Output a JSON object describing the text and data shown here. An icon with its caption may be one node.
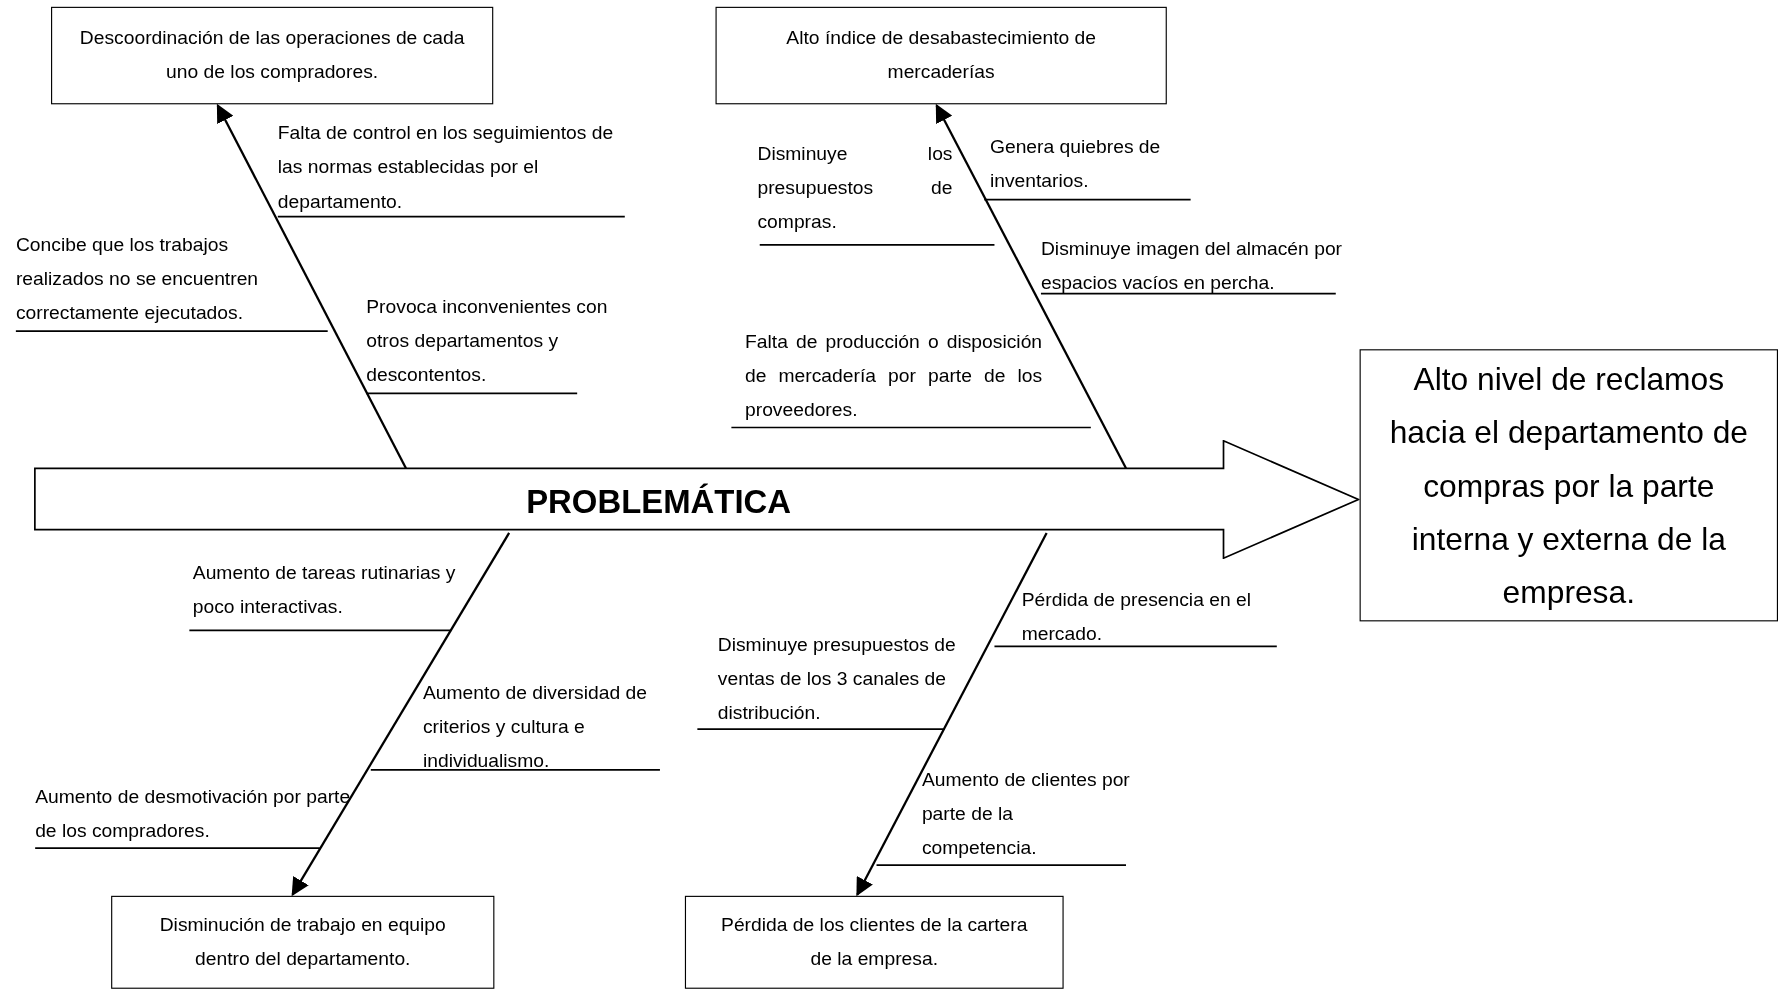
{
  "diagram": {
    "nodes": [
      {
        "text": [
          "Descoordinación de las operaciones de cada uno de los compradores."
        ]
      },
      {
        "text": [
          "Alto índice de desabastecimiento de mercaderías"
        ]
      },
      {
        "text": [
          "Alto nivel de reclamos hacia el departamento de compras por la parte interna y externa de la empresa."
        ]
      },
      {
        "text": [
          "PROBLEMÁTICA"
        ]
      },
      {
        "text": [
          "Disminución de trabajo en equipo dentro del departamento."
        ]
      },
      {
        "text": [
          "Pérdida de los clientes de la cartera de la empresa."
        ]
      }
    ],
    "edges": [
      {
        "from": 3,
        "to": 0,
        "arrow": "to"
      },
      {
        "from": 3,
        "to": 1,
        "arrow": "to"
      },
      {
        "from": 3,
        "to": 4,
        "arrow": "to"
      },
      {
        "from": 3,
        "to": 5,
        "arrow": "to"
      }
    ],
    "labels": [
      "Falta de control en los seguimientos de las normas establecidas por el departamento.",
      "Genera quiebres de inventarios.",
      "Disminuye los presupuestos de compras.",
      "Concibe que los trabajos realizados no se encuentren correctamente ejecutados.",
      "Disminuye imagen del almacén por espacios vacíos en percha.",
      "Provoca inconvenientes con otros departamentos y descontentos.",
      "Falta de producción o disposición de mercadería por parte de los proveedores.",
      "Aumento de tareas rutinarias y poco interactivas.",
      "Pérdida de presencia en el mercado.",
      "Disminuye presupuestos de ventas de los 3 canales de distribución.",
      "Aumento de diversidad de criterios y cultura e individualismo.",
      "Aumento de clientes por parte de la competencia.",
      "Aumento de desmotivación por parte de los compradores."
    ]
  }
}
